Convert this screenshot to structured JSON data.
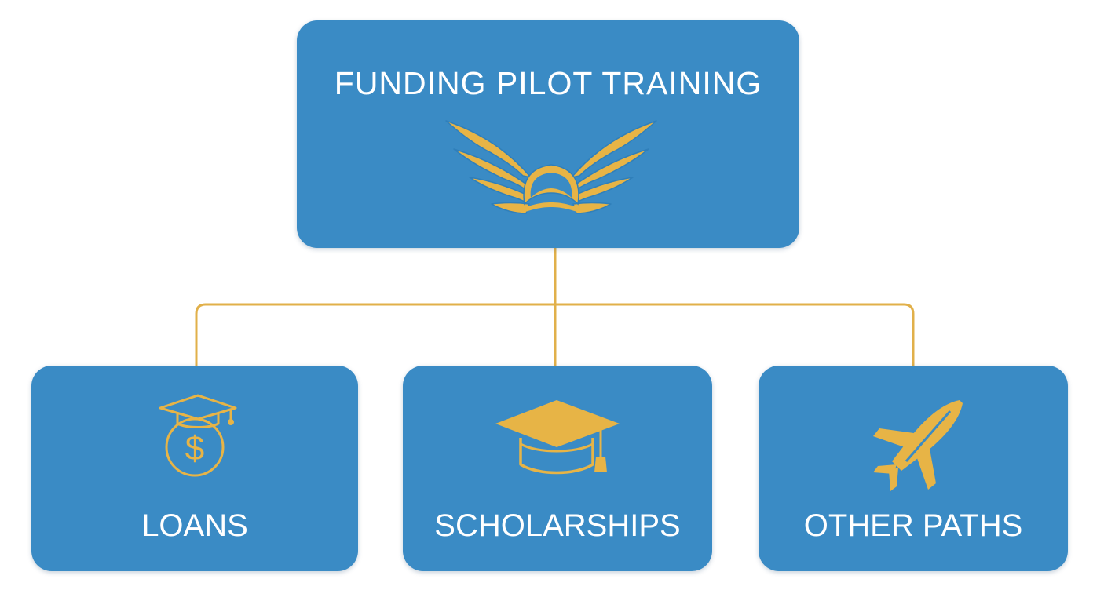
{
  "colors": {
    "box_fill": "#3a8bc5",
    "accent_gold": "#e7b446",
    "text": "#ffffff",
    "background": "#ffffff"
  },
  "root": {
    "title": "FUNDING PILOT TRAINING",
    "icon": "pilot-wings-icon"
  },
  "children": [
    {
      "label": "LOANS",
      "icon": "dollar-coin-graduation-cap-icon"
    },
    {
      "label": "SCHOLARSHIPS",
      "icon": "graduation-cap-icon"
    },
    {
      "label": "OTHER PATHS",
      "icon": "airplane-icon"
    }
  ]
}
